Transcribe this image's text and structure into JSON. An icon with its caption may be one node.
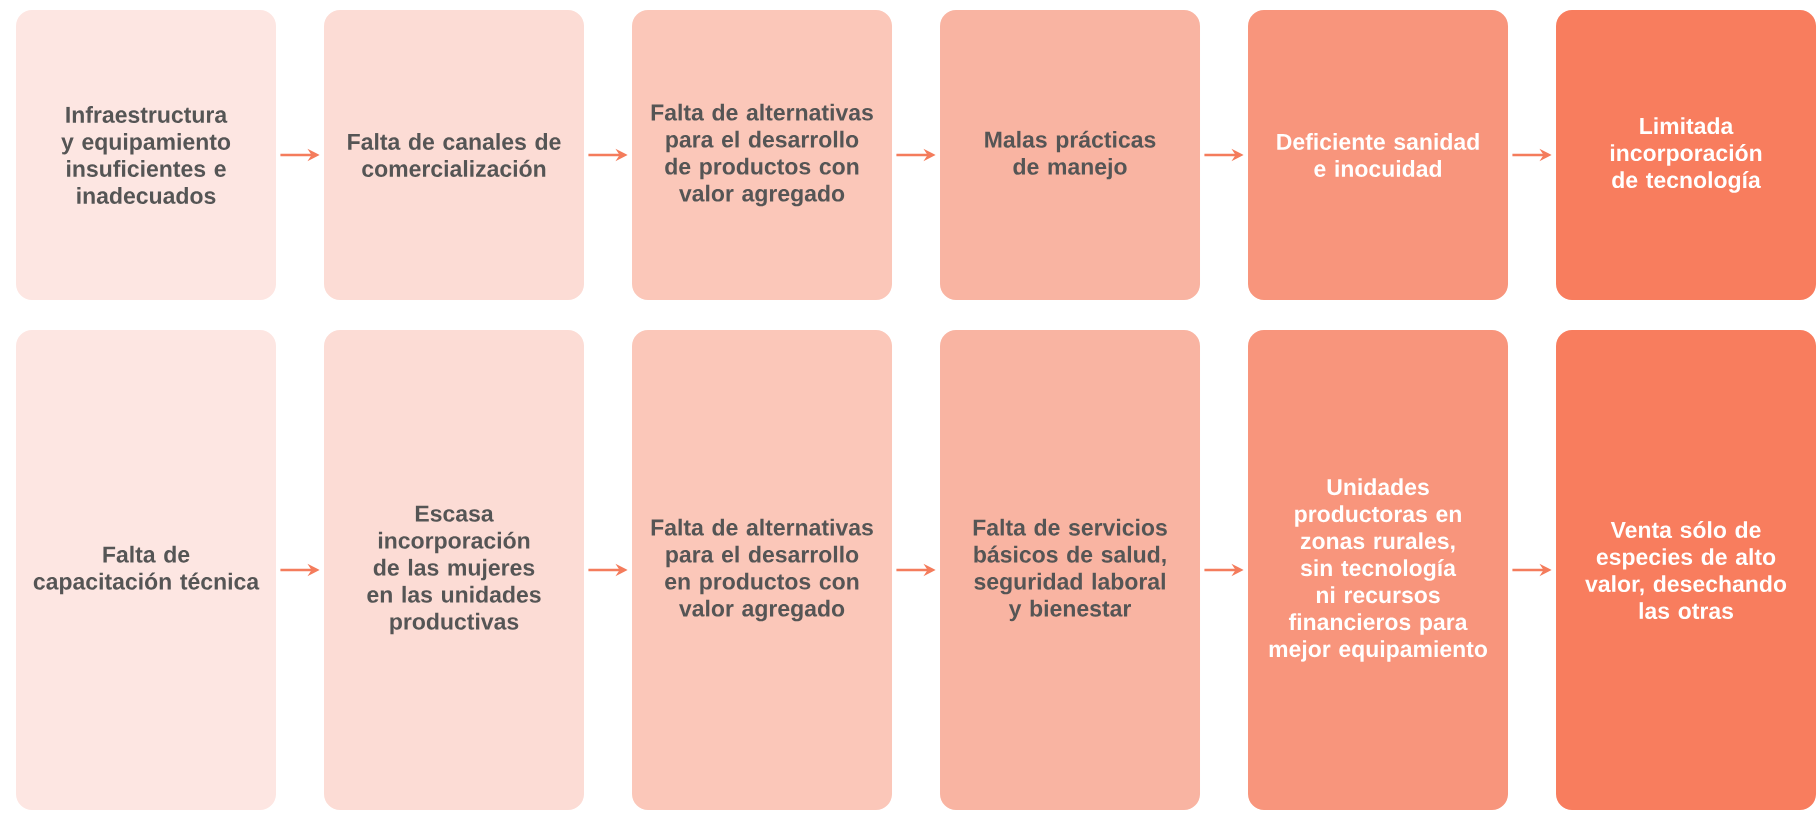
{
  "diagram": {
    "nodes": [
      {
        "text": [
          "Infraestructura y equipamiento insuficientes e inadecuados"
        ]
      },
      {
        "text": [
          "Falta de canales de comercialización"
        ]
      },
      {
        "text": [
          "Falta de alternativas para el desarrollo de productos con valor agregado"
        ]
      },
      {
        "text": [
          "Malas prácticas de manejo"
        ]
      },
      {
        "text": [
          "Deficiente sanidad e inocuidad"
        ]
      },
      {
        "text": [
          "Limitada incorporación de tecnología"
        ]
      },
      {
        "text": [
          "Falta de capacitación técnica"
        ]
      },
      {
        "text": [
          "Escasa incorporación de las mujeres en las unidades productivas"
        ]
      },
      {
        "text": [
          "Falta de alternativas para el desarrollo en productos con valor agregado"
        ]
      },
      {
        "text": [
          "Falta de servicios básicos de salud, seguridad laboral y bienestar"
        ]
      },
      {
        "text": [
          "Unidades productoras en zonas rurales, sin tecnología ni recursos financieros para mejor equipamiento"
        ]
      },
      {
        "text": [
          "Venta sólo de especies de alto valor, desechando las otras"
        ]
      }
    ],
    "edges": [
      {
        "from": 0,
        "to": 1,
        "arrow": "to"
      },
      {
        "from": 1,
        "to": 2,
        "arrow": "to"
      },
      {
        "from": 2,
        "to": 3,
        "arrow": "to"
      },
      {
        "from": 3,
        "to": 4,
        "arrow": "to"
      },
      {
        "from": 4,
        "to": 5,
        "arrow": "to"
      },
      {
        "from": 6,
        "to": 7,
        "arrow": "to"
      },
      {
        "from": 7,
        "to": 8,
        "arrow": "to"
      },
      {
        "from": 8,
        "to": 9,
        "arrow": "to"
      },
      {
        "from": 9,
        "to": 10,
        "arrow": "to"
      },
      {
        "from": 10,
        "to": 11,
        "arrow": "to"
      }
    ]
  }
}
